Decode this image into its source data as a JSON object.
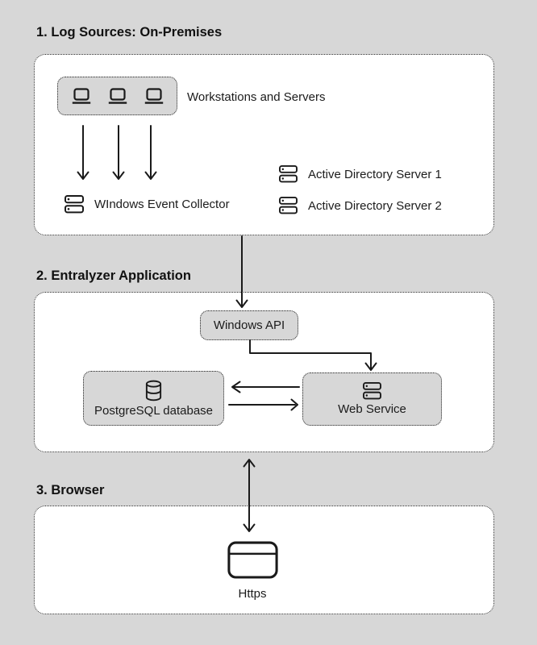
{
  "colors": {
    "page_background": "#d7d7d7",
    "container_fill": "#ffffff",
    "node_fill": "#d7d7d7",
    "line_stroke": "#1a1a1a",
    "text": "#161616"
  },
  "sections": [
    {
      "heading": "1. Log Sources: On-Premises",
      "workstations_label": "Workstations and Servers",
      "collector_label": "WIndows Event Collector",
      "ad_server_1_label": "Active Directory Server 1",
      "ad_server_2_label": "Active Directory Server 2"
    },
    {
      "heading": "2. Entralyzer Application",
      "windows_api_label": "Windows API",
      "postgres_label": "PostgreSQL database",
      "web_service_label": "Web Service"
    },
    {
      "heading": "3. Browser",
      "https_label": "Https"
    }
  ],
  "icons": {
    "workstation": "laptop-icon",
    "server": "server-stack-icon",
    "database": "database-cylinder-icon",
    "browser": "browser-window-icon"
  }
}
